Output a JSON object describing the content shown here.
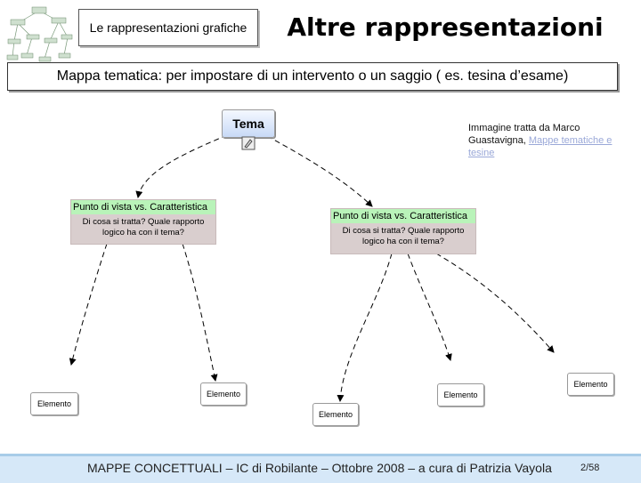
{
  "header": {
    "section_label": "Le rappresentazioni grafiche",
    "title": "Altre rappresentazioni"
  },
  "subtitle": "Mappa tematica: per impostare di un intervento o un saggio ( es. tesina d’esame)",
  "credit": {
    "text": "Immagine tratta da Marco Guastavigna, ",
    "link": "Mappe tematiche e tesine"
  },
  "map": {
    "theme": "Tema",
    "concepts": [
      {
        "head": "Punto di vista vs. Caratteristica",
        "body_line1": "Di cosa si tratta? Quale rapporto",
        "body_line2": "logico ha con il tema?"
      },
      {
        "head": "Punto di vista vs. Caratteristica",
        "body_line1": "Di cosa si tratta? Quale rapporto",
        "body_line2": "logico ha con il tema?"
      }
    ],
    "elements": [
      "Elemento",
      "Elemento",
      "Elemento",
      "Elemento",
      "Elemento"
    ]
  },
  "footer": {
    "text": "MAPPE CONCETTUALI – IC di Robilante – Ottobre 2008 – a cura di Patrizia Vayola",
    "page": "2/58"
  },
  "colors": {
    "concept_head": "#b9f3b9",
    "concept_body": "#d9cece",
    "footer_band": "#d6e8f8",
    "link": "#9aa8d8"
  }
}
